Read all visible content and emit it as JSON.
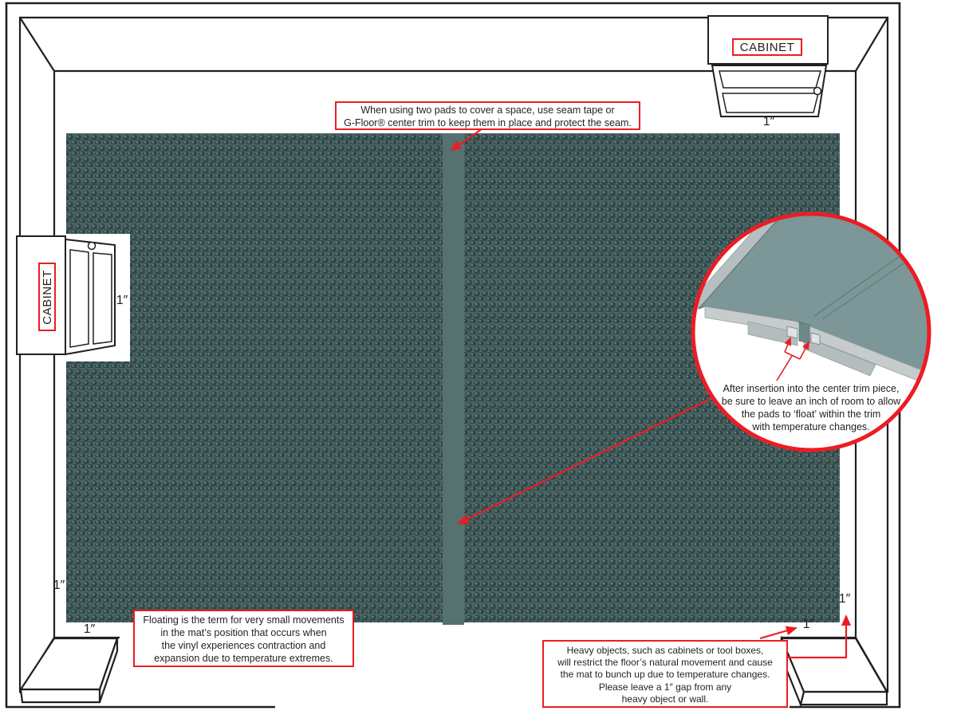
{
  "notes": {
    "seam": {
      "lines": [
        "When using two pads to cover a space, use seam tape or",
        "G-Floor® center trim to keep them in place and protect the seam."
      ]
    },
    "inset": {
      "lines": [
        "After insertion into the center trim piece,",
        "be sure to leave an inch of room to allow",
        "the pads to ‘float’ within the trim",
        "with temperature changes."
      ]
    },
    "floating": {
      "lines": [
        "Floating is the term for very small movements",
        "in the mat’s position that occurs when",
        "the vinyl experiences contraction and",
        "expansion due to temperature extremes."
      ]
    },
    "heavy": {
      "lines": [
        "Heavy objects, such as cabinets or tool boxes,",
        "will restrict the floor’s natural movement and cause",
        "the mat to bunch up due to temperature changes.",
        "Please leave a 1″ gap from any",
        "heavy object or wall."
      ]
    }
  },
  "cabinets": {
    "top_label": "CABINET",
    "left_label": "CABINET"
  },
  "gap_labels": {
    "top_cabinet": "1″",
    "left_cabinet": "1″",
    "left_wall": "1″",
    "bottom_left_platform": "1″",
    "bottom_right_platform": "1″",
    "right_wall": "1″"
  },
  "colors": {
    "annotation_red": "#ed1c24",
    "line_black": "#231f20",
    "mat_teal": "#4d6665",
    "mat_dot": "#2f4847",
    "trim_teal": "#557170",
    "inset_pad_teal": "#7d9697",
    "inset_gray_light": "#c6cbcc",
    "inset_gray": "#b7bebf"
  }
}
